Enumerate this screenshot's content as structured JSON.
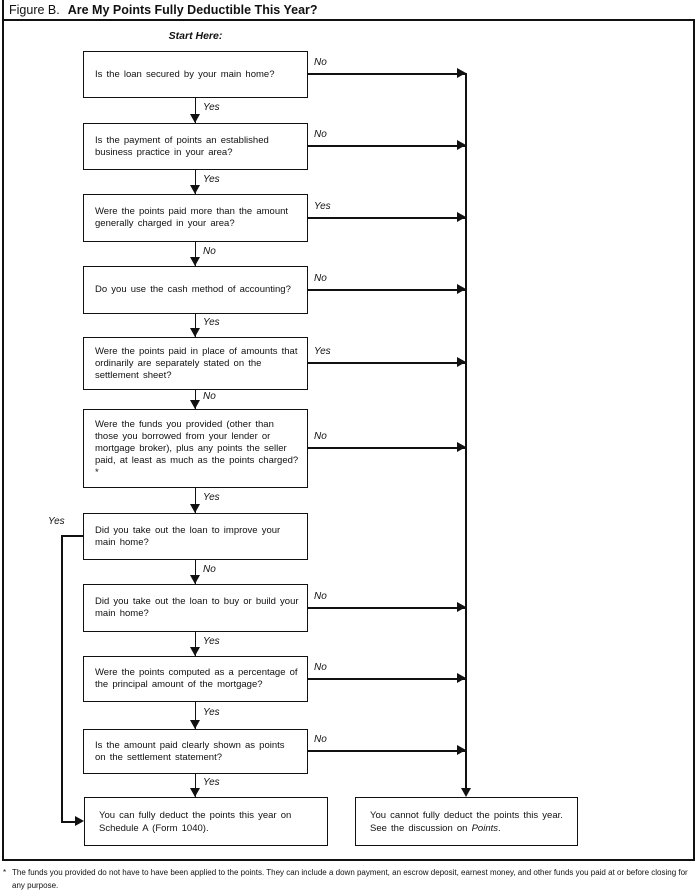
{
  "figure": {
    "label": "Figure B.",
    "title": "Are My Points Fully Deductible This Year?"
  },
  "start_label": "Start Here:",
  "questions": [
    {
      "text": "Is the loan secured by your main home?",
      "branch_label": "No",
      "down_label": "Yes"
    },
    {
      "text": "Is the payment of points an established business practice in your area?",
      "branch_label": "No",
      "down_label": "Yes"
    },
    {
      "text": "Were the points paid more than the amount generally charged in your area?",
      "branch_label": "Yes",
      "down_label": "No"
    },
    {
      "text": "Do you use the cash method of accounting?",
      "branch_label": "No",
      "down_label": "Yes"
    },
    {
      "text": "Were the points paid in place of amounts that ordinarily are separately stated on the settlement sheet?",
      "branch_label": "Yes",
      "down_label": "No"
    },
    {
      "text": "Were the funds you provided (other than those you borrowed from your lender or mortgage broker), plus any points the seller paid, at least as much as the points charged?*",
      "branch_label": "No",
      "down_label": "Yes"
    },
    {
      "text": "Did you take out the loan to improve your main home?",
      "branch_label": "Yes",
      "branch_side": "left",
      "down_label": "No"
    },
    {
      "text": "Did you take out the loan to buy or build your main home?",
      "branch_label": "No",
      "down_label": "Yes"
    },
    {
      "text": "Were the points computed as a percentage of the principal amount of the mortgage?",
      "branch_label": "No",
      "down_label": "Yes"
    },
    {
      "text": "Is the amount paid clearly shown as points on the settlement statement?",
      "branch_label": "No",
      "down_label": "Yes"
    }
  ],
  "results": {
    "deductible": {
      "text": "You can fully deduct the points this year on Schedule A (Form 1040)."
    },
    "not_deductible": {
      "text_before_italic": "You cannot fully deduct the points this year. See the discussion on ",
      "italic_term": "Points",
      "text_after_italic": "."
    }
  },
  "footnote": {
    "marker": "*",
    "text": "The funds you provided do not have to have been applied to the points. They can include a down payment, an escrow deposit, earnest money, and other funds you paid at or before closing for any purpose."
  }
}
